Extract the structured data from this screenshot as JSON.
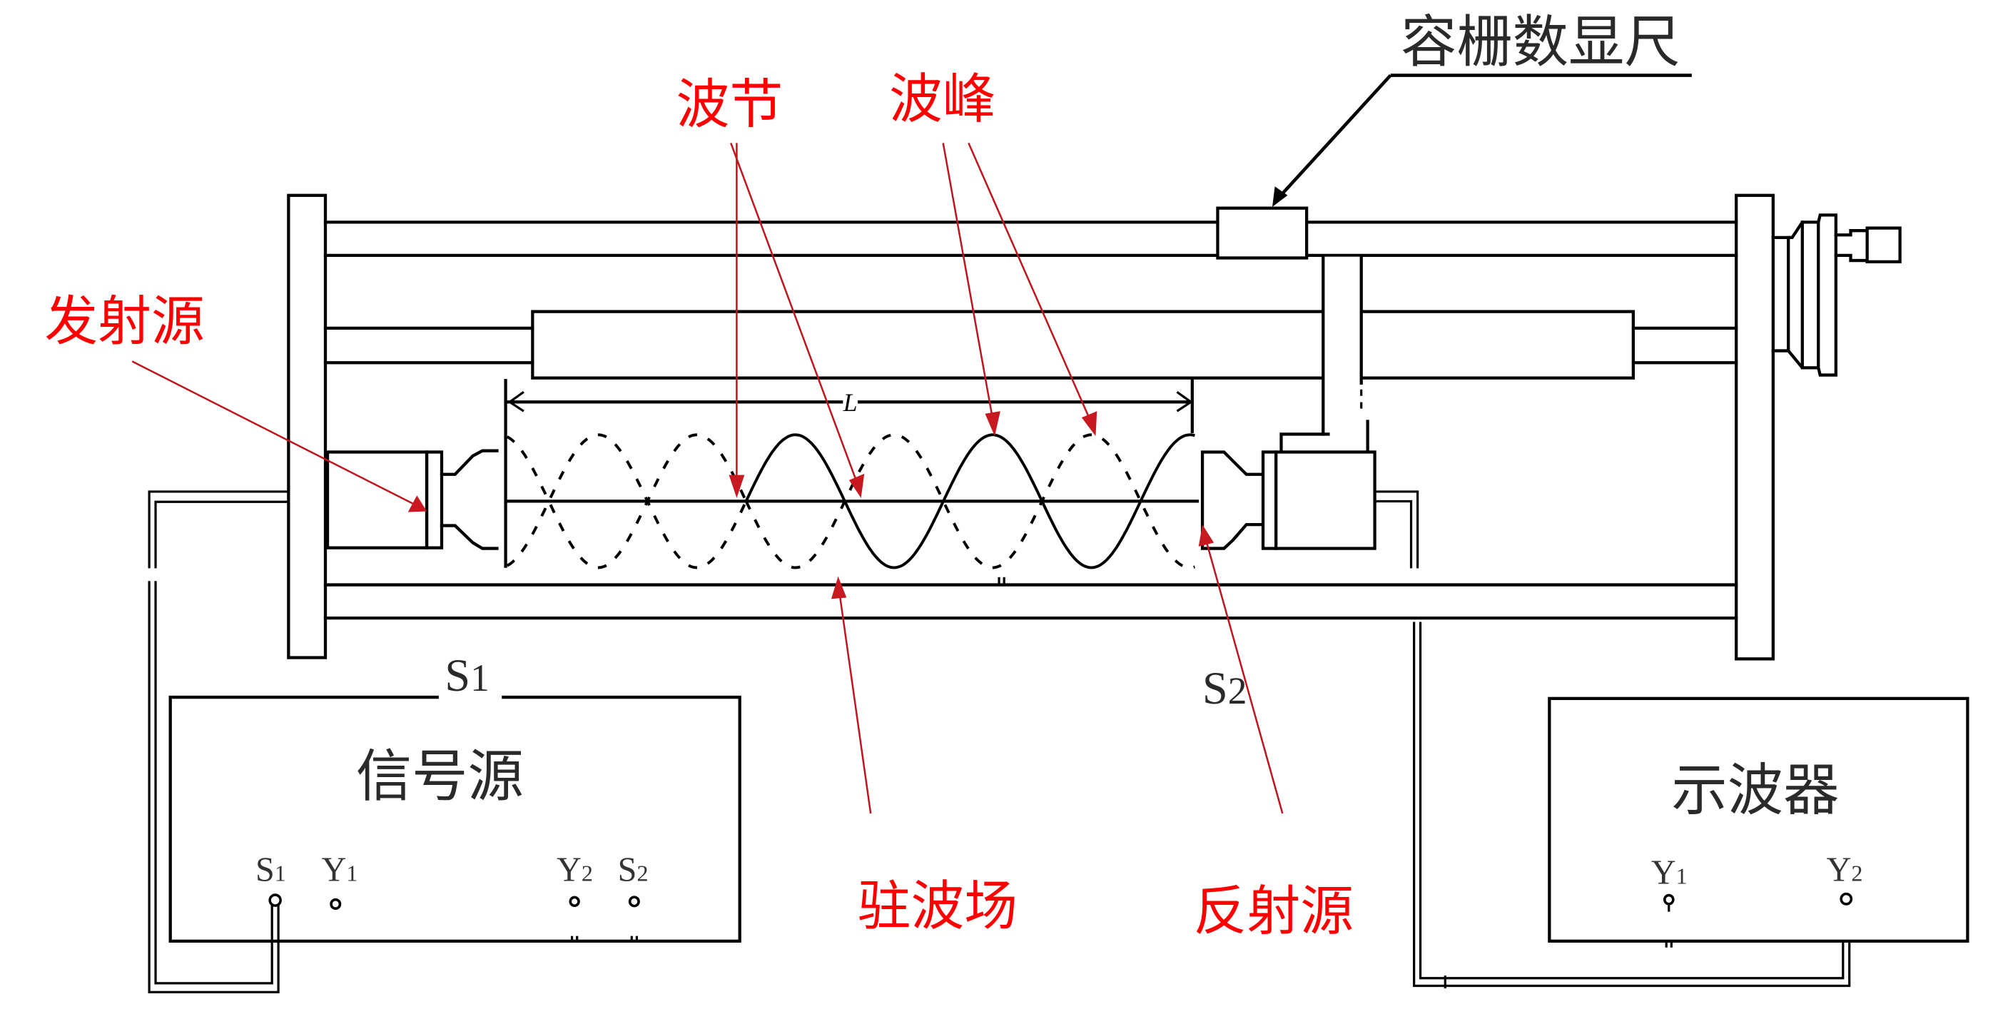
{
  "diagram": {
    "title": "微波驻波实验装置示意图",
    "labels": {
      "caliper": "容栅数显尺",
      "node": "波节",
      "crest": "波峰",
      "emitter": "发射源",
      "standing_wave_field": "驻波场",
      "reflector": "反射源",
      "length_symbol": "L"
    },
    "ports": {
      "s1_top": {
        "main": "S",
        "sub": "1"
      },
      "s2_top": {
        "main": "S",
        "sub": "2"
      }
    },
    "signal_source": {
      "title": "信号源",
      "terminals": [
        {
          "main": "S",
          "sub": "1"
        },
        {
          "main": "Y",
          "sub": "1"
        },
        {
          "main": "Y",
          "sub": "2"
        },
        {
          "main": "S",
          "sub": "2"
        }
      ]
    },
    "oscilloscope": {
      "title": "示波器",
      "terminals": [
        {
          "main": "Y",
          "sub": "1"
        },
        {
          "main": "Y",
          "sub": "2"
        }
      ]
    },
    "colors": {
      "annotation": "#ff0000",
      "annotation_arrow": "#c0141c",
      "drawing": "#000000"
    }
  }
}
